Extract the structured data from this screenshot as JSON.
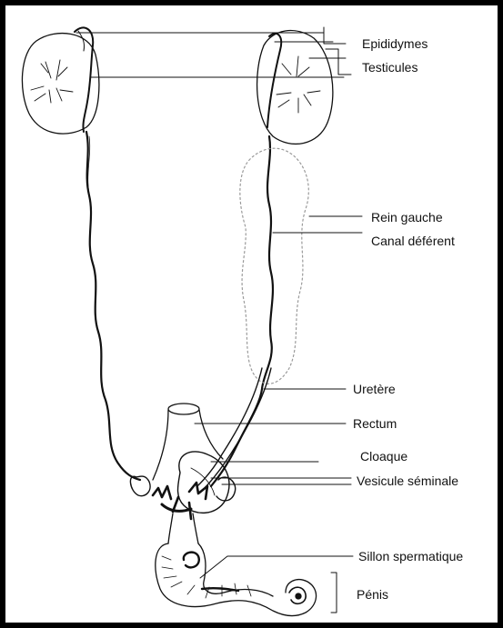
{
  "labels": {
    "epididymes": "Epididymes",
    "testicules": "Testicules",
    "rein_gauche": "Rein gauche",
    "canal_deferent": "Canal déférent",
    "uretere": "Uretère",
    "rectum": "Rectum",
    "cloaque": "Cloaque",
    "vesicule_seminale": "Vesicule séminale",
    "sillon_spermatique": "Sillon spermatique",
    "penis": "Pénis"
  },
  "colors": {
    "ink": "#111111",
    "frame": "#000000",
    "kidney": "#9a9a9a"
  }
}
